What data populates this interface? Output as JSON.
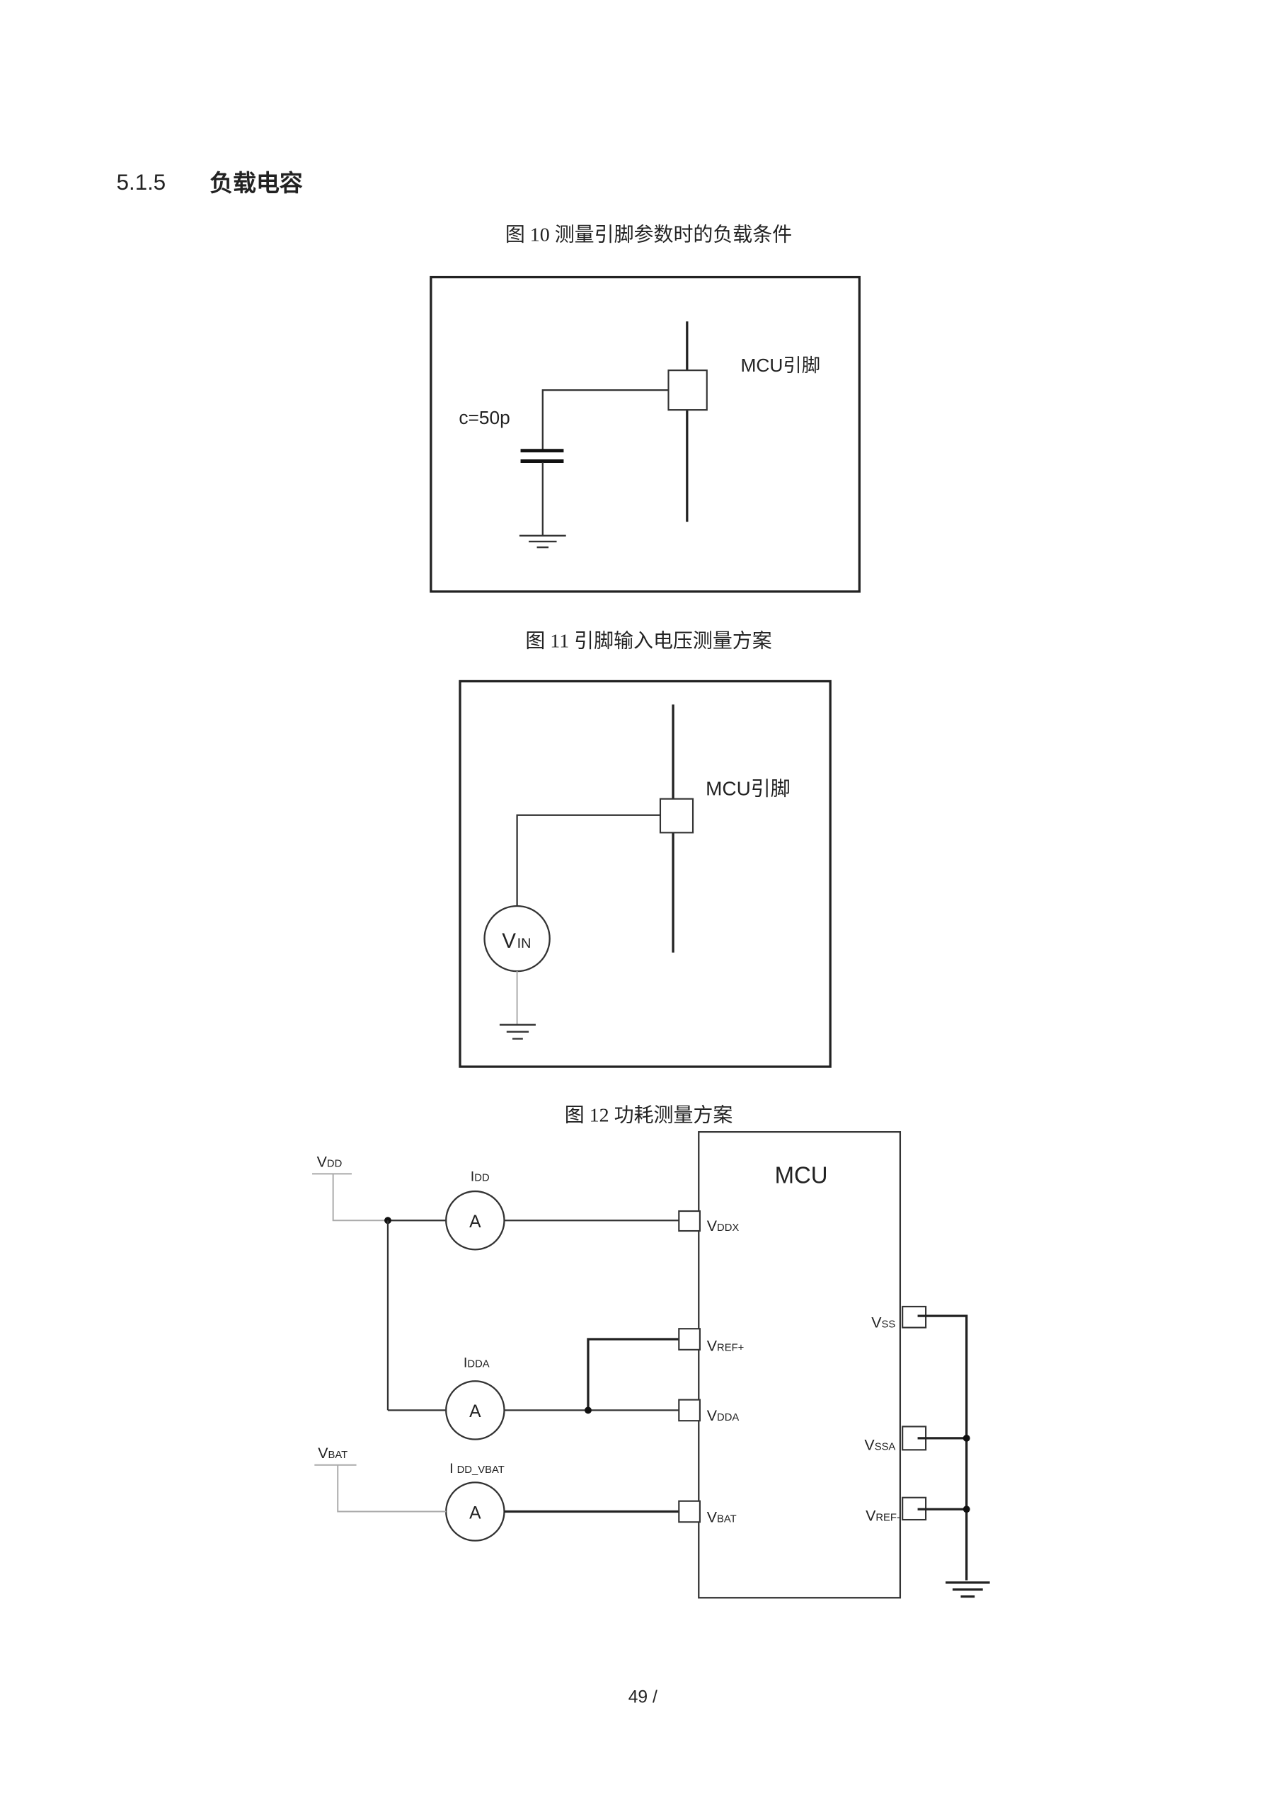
{
  "section": {
    "number": "5.1.5",
    "title": "负载电容"
  },
  "figure10": {
    "caption": "图 10 测量引脚参数时的负载条件",
    "pin_label": "MCU引脚",
    "capacitor_label": "c=50p"
  },
  "figure11": {
    "caption": "图 11 引脚输入电压测量方案",
    "pin_label": "MCU引脚",
    "source_label": "V",
    "source_sub": "IN"
  },
  "figure12": {
    "caption": "图 12 功耗测量方案",
    "chip_label": "MCU",
    "ammeter_symbol": "A",
    "supplies": [
      {
        "main": "V",
        "sub": "DD"
      },
      {
        "main": "V",
        "sub": "BAT"
      }
    ],
    "currents": [
      {
        "main": "I",
        "sub": "DD"
      },
      {
        "main": "I",
        "sub": "DDA"
      },
      {
        "main": "I",
        "sub": "DD_VBAT"
      }
    ],
    "left_pins": [
      {
        "main": "V",
        "sub": "DDX"
      },
      {
        "main": "V",
        "sub": "REF+"
      },
      {
        "main": "V",
        "sub": "DDA"
      },
      {
        "main": "V",
        "sub": "BAT"
      }
    ],
    "right_pins": [
      {
        "main": "V",
        "sub": "SS"
      },
      {
        "main": "V",
        "sub": "SSA"
      },
      {
        "main": "V",
        "sub": "REF-"
      }
    ]
  },
  "footer": {
    "page": "49 /"
  }
}
